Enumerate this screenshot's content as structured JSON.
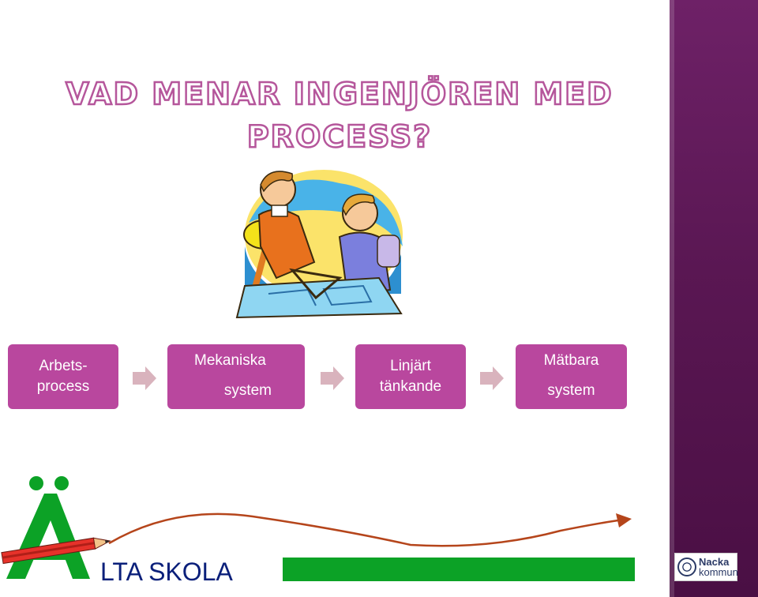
{
  "slide": {
    "title_line1": "VAD MENAR INGENJÖREN MED",
    "title_line2": "PROCESS?",
    "process_steps": [
      {
        "line1": "Arbets-",
        "line2": "process"
      },
      {
        "line1": "Mekaniska",
        "line2": "system"
      },
      {
        "line1": "Linjärt",
        "line2": "tänkande"
      },
      {
        "line1": "Mätbara",
        "line2": "system"
      }
    ],
    "footer": {
      "school_text": "LTA SKOLA",
      "logo_name": "Nacka",
      "logo_sub": "kommun"
    }
  },
  "colors": {
    "title_outline": "#b5569b",
    "box_fill": "#b9479e",
    "arrow_fill": "#d9b3bd",
    "side_band": "#5a1753",
    "green": "#0ca226",
    "navy": "#0a1f7a",
    "pencil_red": "#e6322a",
    "curve": "#b5451b"
  },
  "icons": {
    "arrow": "chevron-arrow-right-icon",
    "clipart": "engineers-drafting-illustration",
    "pencil": "pencil-icon"
  }
}
